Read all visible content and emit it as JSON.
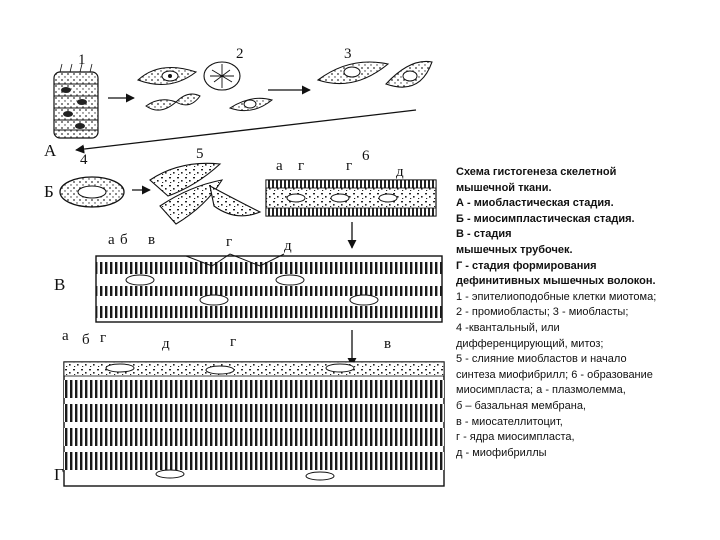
{
  "figure": {
    "stage_labels": [
      "А",
      "Б",
      "В",
      "Г"
    ],
    "number_labels": [
      "1",
      "2",
      "3",
      "4",
      "5",
      "6"
    ],
    "letter_labels_row_b": [
      "а",
      "г",
      "г",
      "д"
    ],
    "letter_labels_row_v": [
      "а",
      "б",
      "в",
      "г",
      "д"
    ],
    "letter_labels_row_g": [
      "а",
      "б",
      "г",
      "д",
      "г",
      "в"
    ]
  },
  "legend": {
    "bold_lines": [
      "Схема гистогенеза скелетной",
      "мышечной ткани.",
      "А - миобластическая стадия.",
      "Б - миосимпластическая стадия.",
      "В - стадия",
      "мышечных трубочек.",
      "Г - стадия формирования",
      "дефинитивных мышечных волокон."
    ],
    "normal_lines": [
      "1 - эпителиоподобные клетки миотома;",
      "2 - промиобласты; 3 - миобласты;",
      "4 -квантальный, или",
      "дифференцирующий, митоз;",
      "5 - слияние миобластов и начало",
      "синтеза миофибрилл; 6 - образование",
      "миосимпласта; а - плазмолемма,",
      "б – базальная мембрана,",
      "в - миосателлитоцит,",
      "г - ядра миосимпласта,",
      "д - миофибриллы"
    ]
  }
}
